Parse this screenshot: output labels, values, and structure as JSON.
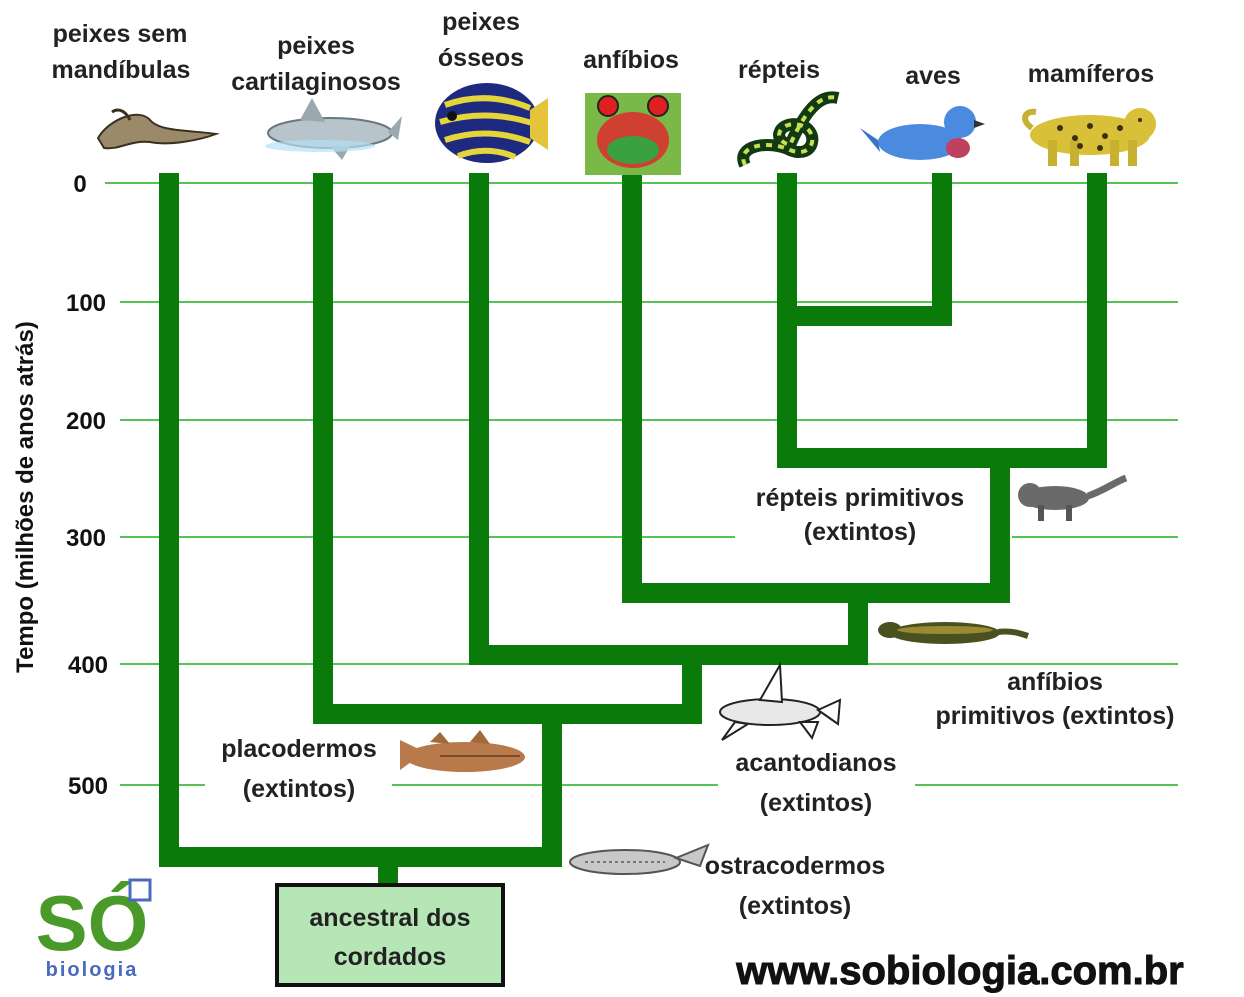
{
  "axis": {
    "label": "Tempo (milhões de anos atrás)",
    "ticks": [
      "0",
      "100",
      "200",
      "300",
      "400",
      "500"
    ]
  },
  "groups": {
    "jawless": [
      "peixes sem",
      "mandíbulas"
    ],
    "cartilaginous": [
      "peixes",
      "cartilaginosos"
    ],
    "bony": [
      "peixes",
      "ósseos"
    ],
    "amphibians": [
      "anfíbios"
    ],
    "reptiles": [
      "répteis"
    ],
    "birds": [
      "aves"
    ],
    "mammals": [
      "mamíferos"
    ]
  },
  "extinct": {
    "early_reptiles": [
      "répteis primitivos",
      "(extintos)"
    ],
    "early_amphibians": [
      "anfíbios",
      "primitivos (extintos)"
    ],
    "acanthodians": [
      "acantodianos",
      "(extintos)"
    ],
    "placoderms": [
      "placodermos",
      "(extintos)"
    ],
    "ostracoderms": [
      "ostracodermos",
      "(extintos)"
    ]
  },
  "root": [
    "ancestral dos",
    "cordados"
  ],
  "logo": {
    "mark": "SÓ",
    "word": "biologia"
  },
  "website": "www.sobiologia.com.br",
  "colors": {
    "branch": "#0a7a0a",
    "grid": "#55c455",
    "root_box": "#b6e6b6",
    "logo_green": "#4a9a2a"
  }
}
